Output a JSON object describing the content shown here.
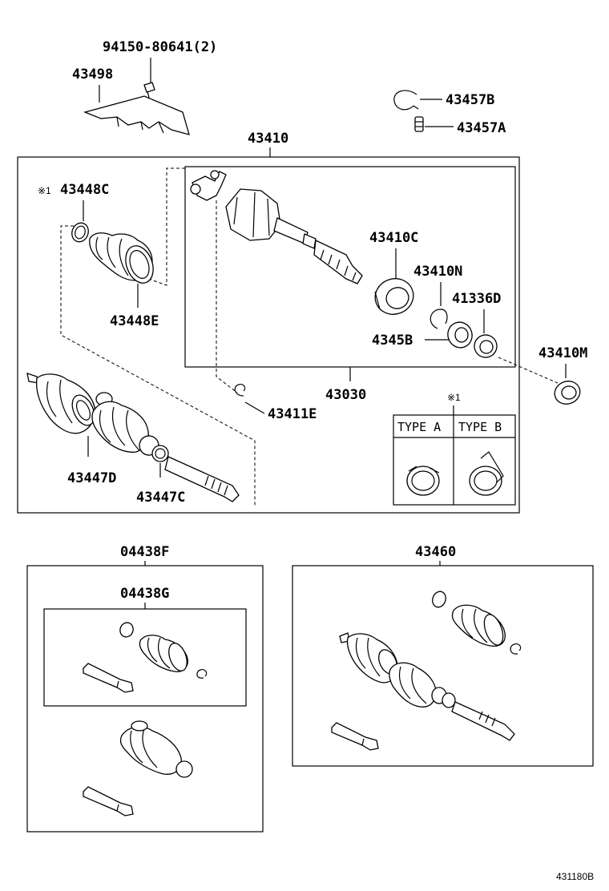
{
  "labels": {
    "bolt": "94150-80641(2)",
    "p43498": "43498",
    "p43457B": "43457B",
    "p43457A": "43457A",
    "p43410": "43410",
    "p43448C": "43448C",
    "p43448C_mark": "※1",
    "p43448E": "43448E",
    "p43410C": "43410C",
    "p43410N": "43410N",
    "p41336D": "41336D",
    "p43458": "4345B",
    "p43030": "43030",
    "p43410M": "43410M",
    "p43411E": "43411E",
    "p43447D": "43447D",
    "p43447C": "43447C",
    "type_mark": "※1",
    "type_a": "TYPE A",
    "type_b": "TYPE B",
    "p04438F": "04438F",
    "p04438G": "04438G",
    "p43460": "43460",
    "doc_id": "431180B"
  },
  "icons": [
    "boot-icon",
    "clamp-ring-icon",
    "snap-ring-icon",
    "bearing-icon",
    "axle-shaft-icon",
    "grease-tube-icon",
    "bracket-icon",
    "bolt-icon"
  ]
}
